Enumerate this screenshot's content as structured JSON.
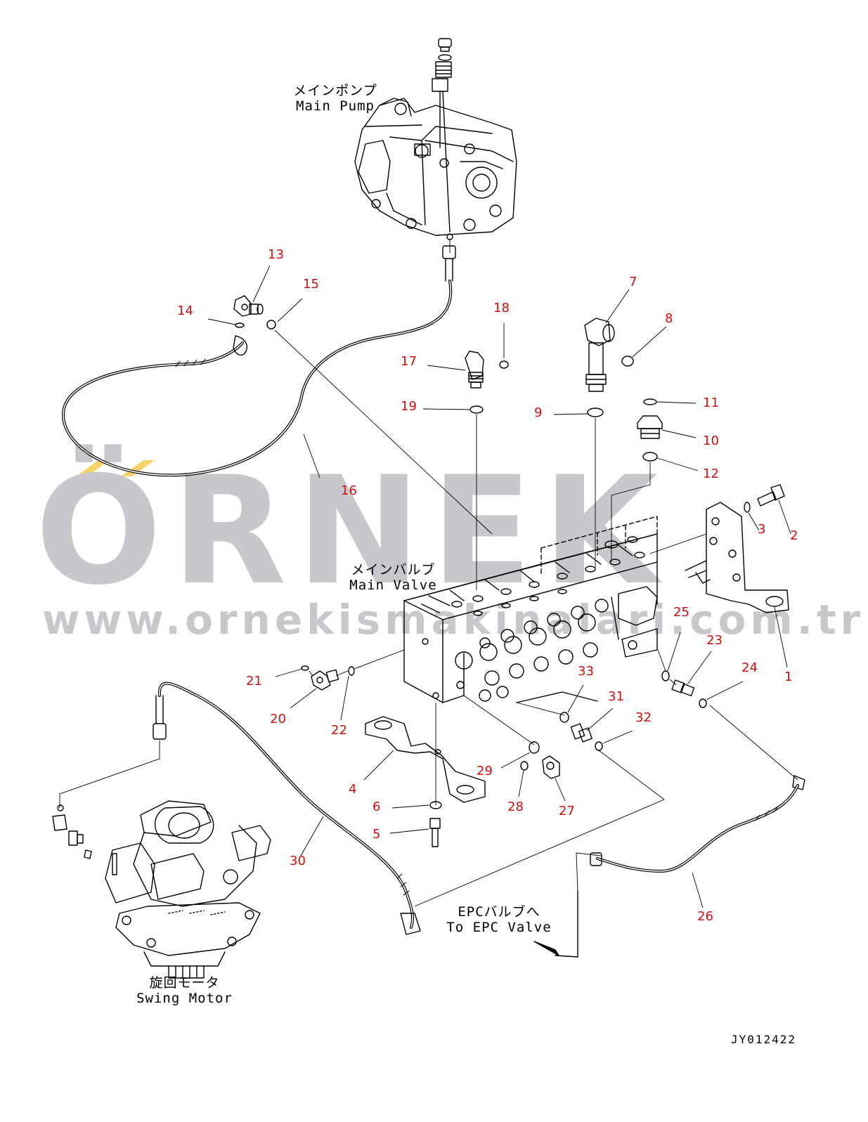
{
  "watermark": {
    "logo_text": "ÖRNEK",
    "url_text": "www.ornekismakinalari.com.tr",
    "logo_color": "#cfcdd2",
    "accent_color": "#f5d36a"
  },
  "labels": {
    "main_pump": [
      "メインポンプ",
      "Main Pump"
    ],
    "main_valve": [
      "メインバルブ",
      "Main Valve"
    ],
    "epc_valve": [
      "EPCバルブへ",
      "To EPC Valve"
    ],
    "swing_motor": [
      "旋回モータ",
      "Swing Motor"
    ]
  },
  "drawing_id": "JY012422",
  "callout_color": "#d01010",
  "callouts": [
    "1",
    "2",
    "3",
    "4",
    "5",
    "6",
    "7",
    "8",
    "9",
    "10",
    "11",
    "12",
    "13",
    "14",
    "15",
    "16",
    "17",
    "18",
    "19",
    "20",
    "21",
    "22",
    "23",
    "24",
    "25",
    "26",
    "27",
    "28",
    "29",
    "30",
    "31",
    "32",
    "33"
  ]
}
